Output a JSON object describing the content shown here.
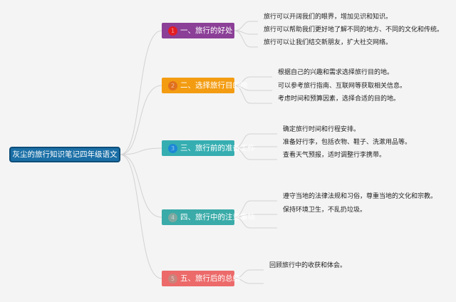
{
  "root": {
    "label": "灰尘的旅行知识笔记四年级语文"
  },
  "branches": [
    {
      "number": "1",
      "label": "一、旅行的好处",
      "color": "#8b3f97",
      "badge_color": "#e21d24",
      "items": [
        "旅行可以开阔我们的眼界，增加见识和知识。",
        "旅行可以帮助我们更好地了解不同的地方、不同的文化和传统。",
        "旅行可以让我们结交新朋友，扩大社交网络。"
      ]
    },
    {
      "number": "2",
      "label": "二、选择旅行目的地",
      "color": "#f39c12",
      "badge_color": "#e0701e",
      "items": [
        "根据自己的兴趣和需求选择旅行目的地。",
        "可以参考旅行指南、互联网等获取相关信息。",
        "考虑时间和预算因素，选择合适的目的地。"
      ]
    },
    {
      "number": "3",
      "label": "三、旅行前的准备工作",
      "color": "#36aeb1",
      "badge_color": "#1d88d6",
      "items": [
        "确定旅行时间和行程安排。",
        "准备好行李，包括衣物、鞋子、洗漱用品等。",
        "查看天气预报，适时调整行李携带。"
      ]
    },
    {
      "number": "4",
      "label": "四、旅行中的注意事项",
      "color": "#3aaba8",
      "badge_color": "#7fa8a0",
      "items": [
        "遵守当地的法律法规和习俗，尊重当地的文化和宗教。",
        "保持环境卫生，不乱扔垃圾。",
        ""
      ]
    },
    {
      "number": "5",
      "label": "五、旅行后的总结",
      "color": "#ec6a6a",
      "badge_color": "#c8857d",
      "items": [
        "回顾旅行中的收获和体会。",
        ""
      ]
    }
  ]
}
